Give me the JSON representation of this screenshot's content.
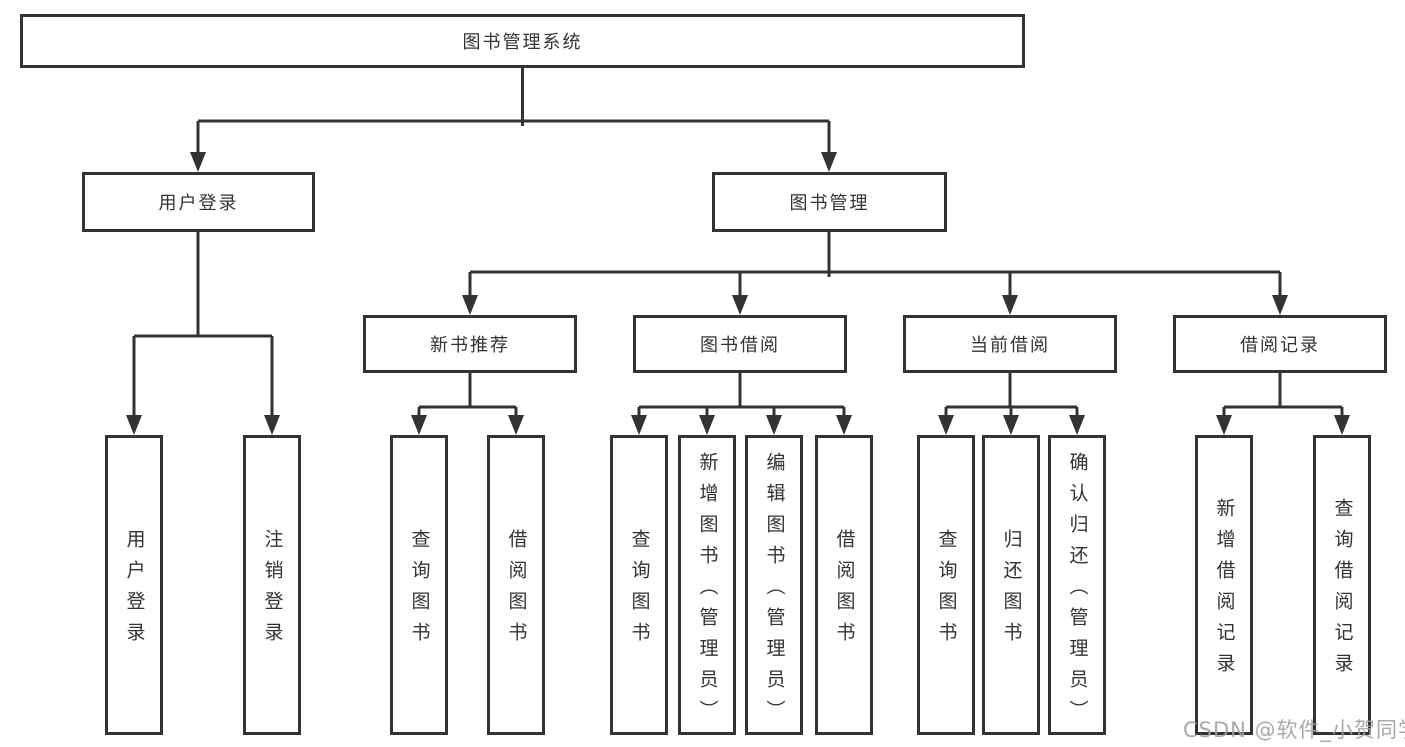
{
  "tree": {
    "root": {
      "label": "图书管理系统"
    },
    "children": [
      {
        "label": "用户登录",
        "children": [
          {
            "label": "用户登录"
          },
          {
            "label": "注销登录"
          }
        ]
      },
      {
        "label": "图书管理",
        "children": [
          {
            "label": "新书推荐",
            "children": [
              {
                "label": "查询图书"
              },
              {
                "label": "借阅图书"
              }
            ]
          },
          {
            "label": "图书借阅",
            "children": [
              {
                "label": "查询图书"
              },
              {
                "label": "新增图书（管理员）"
              },
              {
                "label": "编辑图书（管理员）"
              },
              {
                "label": "借阅图书"
              }
            ]
          },
          {
            "label": "当前借阅",
            "children": [
              {
                "label": "查询图书"
              },
              {
                "label": "归还图书"
              },
              {
                "label": "确认归还（管理员）"
              }
            ]
          },
          {
            "label": "借阅记录",
            "children": [
              {
                "label": "新增借阅记录"
              },
              {
                "label": "查询借阅记录"
              }
            ]
          }
        ]
      }
    ]
  },
  "watermark": {
    "text": "CSDN @软件_小贺同学"
  },
  "colors": {
    "line": "#333333",
    "text": "#333333",
    "box_fill": "#ffffff",
    "watermark": "#a0a0a0",
    "background": "#ffffff"
  }
}
